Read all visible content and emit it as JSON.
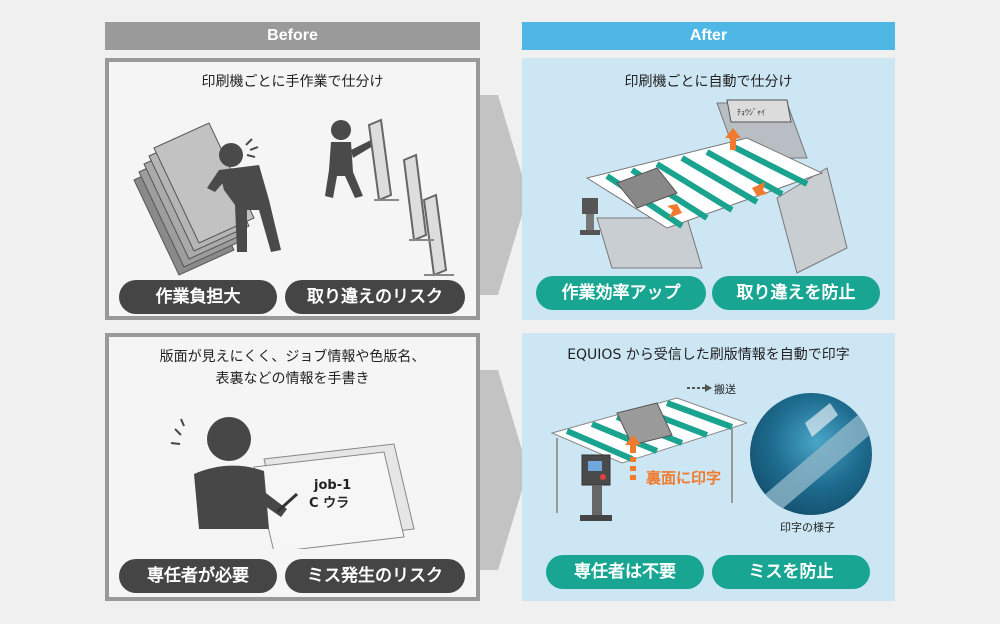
{
  "headers": {
    "before": "Before",
    "after": "After"
  },
  "before_top": {
    "title": "印刷機ごとに手作業で仕分け",
    "pills": [
      "作業負担大",
      "取り違えのリスク"
    ]
  },
  "after_top": {
    "title": "印刷機ごとに自動で仕分け",
    "plate_label": "ﾁｮｳｼﾞｬｲ",
    "pills": [
      "作業効率アップ",
      "取り違えを防止"
    ]
  },
  "before_bottom": {
    "title_line1": "版面が見えにくく、ジョブ情報や色版名、",
    "title_line2": "表裏などの情報を手書き",
    "note_line1": "job-1",
    "note_line2": "C ウラ",
    "pills": [
      "専任者が必要",
      "ミス発生のリスク"
    ]
  },
  "after_bottom": {
    "title": "EQUIOS から受信した刷版情報を自動で印字",
    "transport_label": "搬送",
    "print_back_label": "裏面に印字",
    "photo_caption": "印字の様子",
    "pills": [
      "専任者は不要",
      "ミスを防止"
    ]
  },
  "colors": {
    "before_header": "#9a9a9a",
    "after_header": "#4fb7e6",
    "pill_dark": "#454545",
    "pill_teal": "#18a592",
    "after_panel": "#cde6f3",
    "accent_orange": "#f07a2e"
  }
}
